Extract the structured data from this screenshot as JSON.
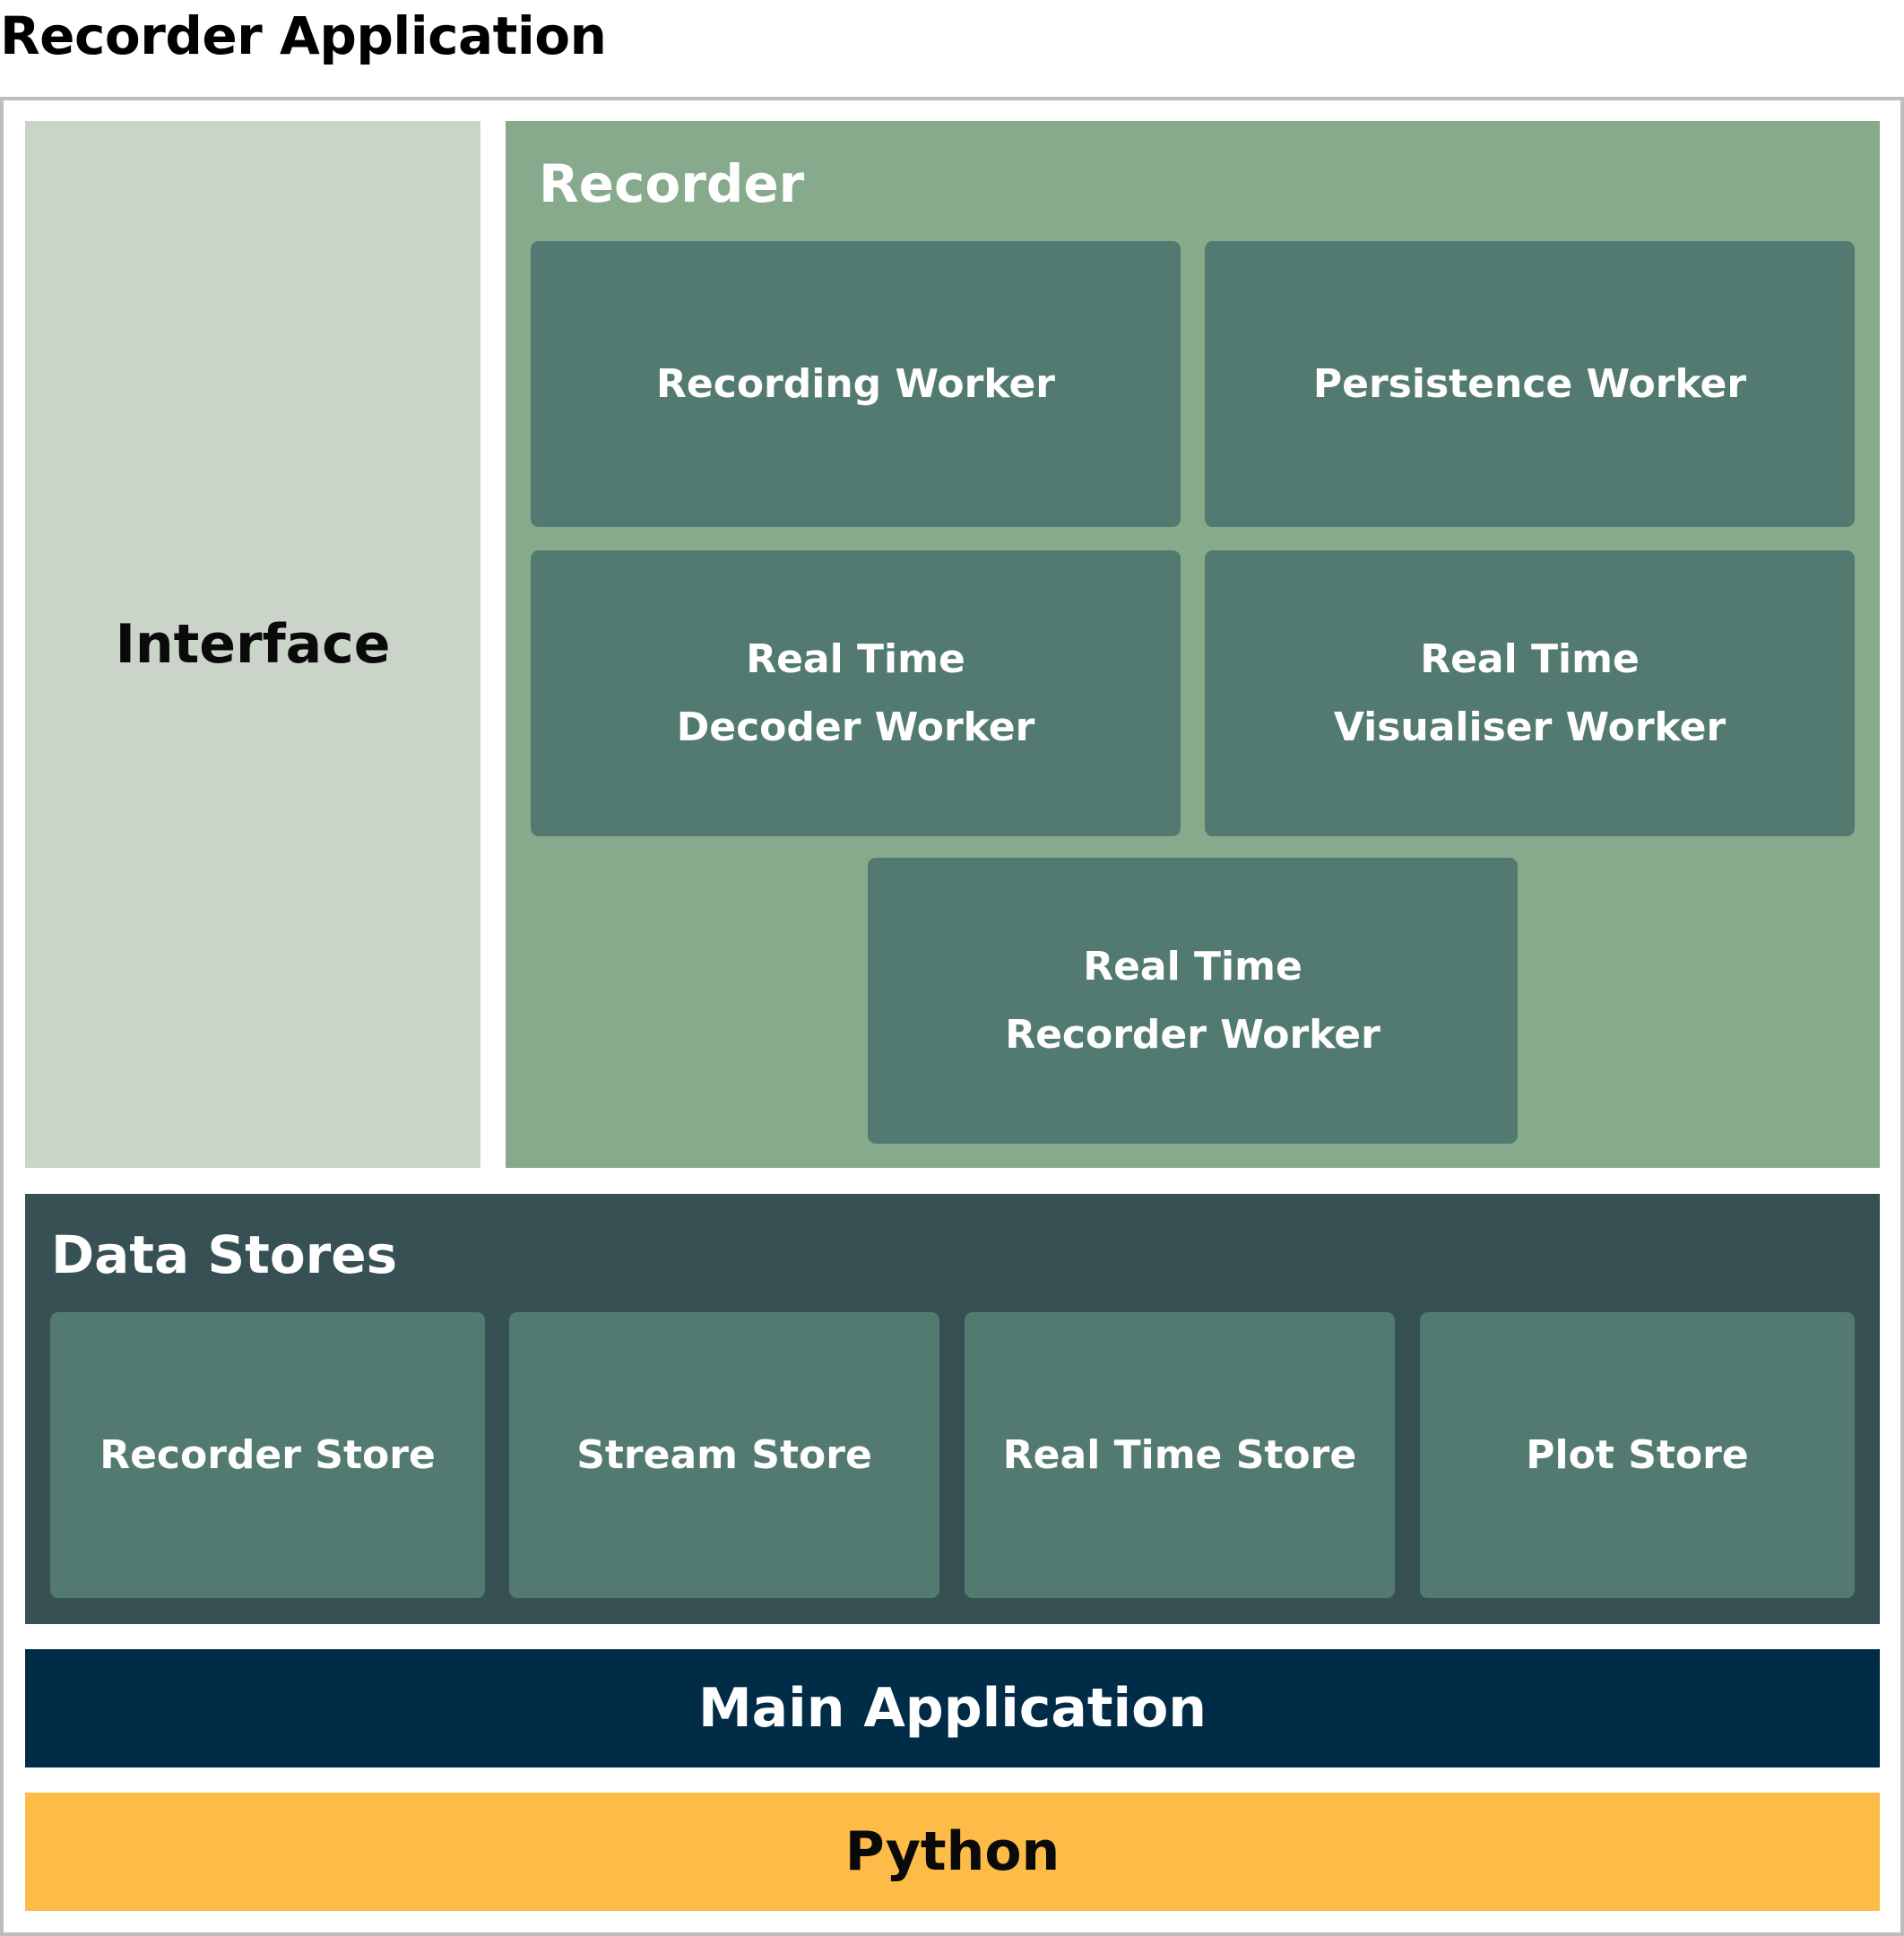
{
  "title": "Recorder Application",
  "interface": {
    "label": "Interface"
  },
  "recorder": {
    "title": "Recorder",
    "workers": [
      "Recording Worker",
      "Persistence Worker",
      "Real Time Decoder Worker",
      "Real Time Visualiser Worker",
      "Real Time Recorder Worker"
    ]
  },
  "data_stores": {
    "title": "Data Stores",
    "stores": [
      "Recorder Store",
      "Stream Store",
      "Real Time Store",
      "Plot Store"
    ]
  },
  "main_application": {
    "label": "Main Application"
  },
  "python": {
    "label": "Python"
  },
  "colors": {
    "outer_border": "#bdbdbd",
    "interface_bg": "#cbd4c9",
    "recorder_bg": "#87a98c",
    "worker_bg": "#537a70",
    "data_stores_bg": "#375054",
    "store_bg": "#537a70",
    "main_application_bg": "#002c47",
    "python_bg": "#fdbc48"
  }
}
